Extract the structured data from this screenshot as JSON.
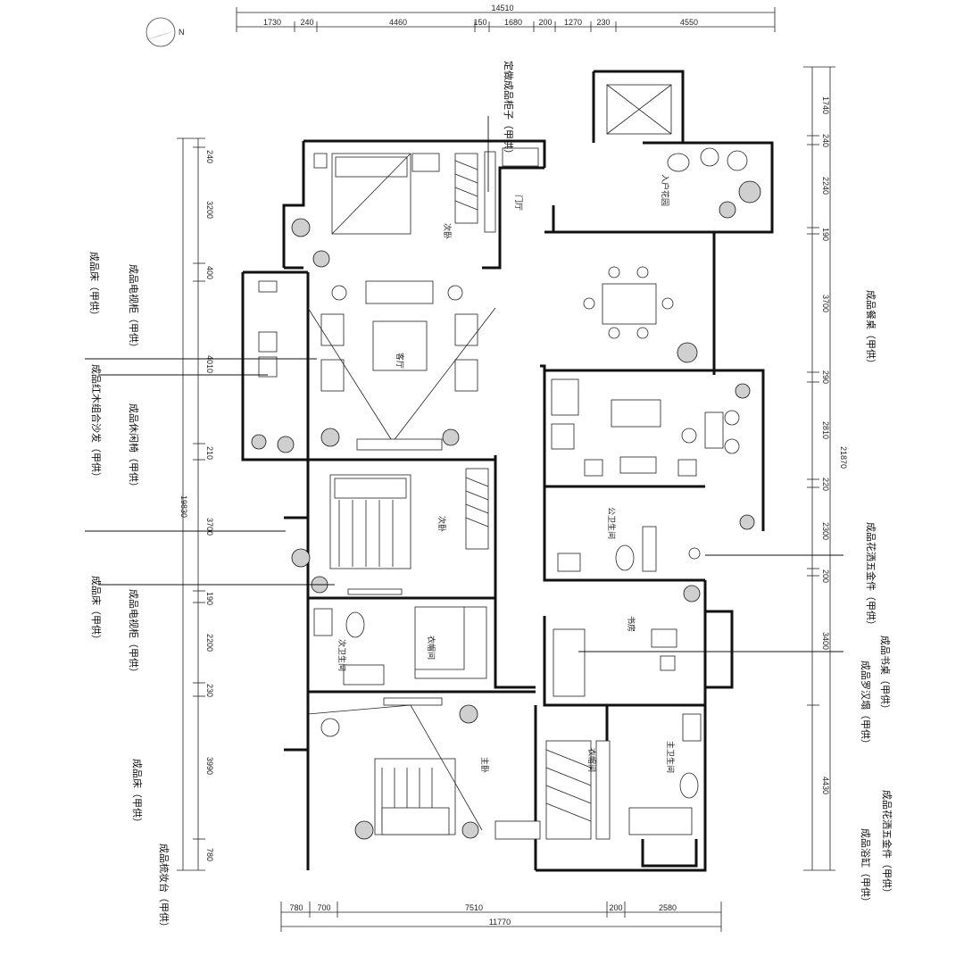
{
  "top_dims": {
    "total": "14510",
    "parts": [
      "1730",
      "240",
      "4460",
      "150",
      "1680",
      "200",
      "1270",
      "230",
      "4550"
    ]
  },
  "bottom_dims": {
    "total": "11770",
    "parts": [
      "780",
      "700",
      "7510",
      "200",
      "2580"
    ]
  },
  "left_dims": {
    "total": "19830",
    "parts": [
      "240",
      "3200",
      "400",
      "4010",
      "210",
      "3700",
      "190",
      "2200",
      "230",
      "3990",
      "780"
    ]
  },
  "right_dims": {
    "total": "21870",
    "parts": [
      "1740",
      "240",
      "2240",
      "190",
      "3700",
      "290",
      "2810",
      "220",
      "2300",
      "200",
      "3400",
      "4430"
    ]
  },
  "rooms": {
    "entry_garden": "入户花园",
    "entrance": "门厅",
    "bedroom2_top": "次卧",
    "bedroom2_mid": "次卧",
    "guest_bath": "次卫生间",
    "guest_bath2": "公卫生间",
    "study": "书房",
    "master": "主卧",
    "master_bath": "主卫生间",
    "closet1": "衣帽间",
    "closet2": "衣帽间",
    "living": "客厅"
  },
  "notes": {
    "n_cabinet": "定做成品柜子（甲供）",
    "n_bed1": "成品床（甲供）",
    "n_tv1": "成品电视柜（甲供）",
    "n_sofa": "成品红木组合沙发（甲供）",
    "n_chair": "成品休闲椅（甲供）",
    "n_bed2": "成品床（甲供）",
    "n_tv2": "成品电视柜（甲供）",
    "n_bed3": "成品床（甲供）",
    "n_dresser": "成品梳妆台（甲供）",
    "n_table": "成品餐桌（甲供）",
    "n_shower1": "成品花洒五金件（甲供）",
    "n_desk": "成品书桌（甲供）",
    "n_arhat": "成品罗汉塌（甲供）",
    "n_shower2": "成品花洒五金件（甲供）",
    "n_tub": "成品浴缸（甲供）"
  }
}
